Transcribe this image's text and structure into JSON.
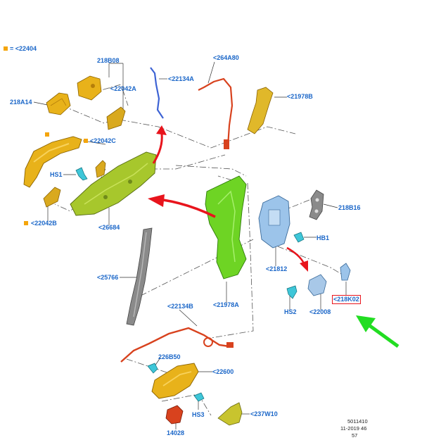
{
  "legend": {
    "marker_color": "#f4a50c",
    "text": "= <22404"
  },
  "labels": {
    "l218B08": "218B08",
    "l22042A": "<22042A",
    "l218A14": "218A14",
    "l22134A": "<22134A",
    "l264A80": "<264A80",
    "l21978B": "<21978B",
    "l22042C": "<22042C",
    "lHS1": "HS1",
    "l22042B": "<22042B",
    "l26684": "<26684",
    "l218B16": "218B16",
    "lHB1": "HB1",
    "l21812": "<21812",
    "l25766": "<25766",
    "l21978A": "<21978A",
    "lHS2": "HS2",
    "l22008": "<22008",
    "l218K02": "<218K02",
    "l22134B": "<22134B",
    "l226B50": "226B50",
    "l22600": "<22600",
    "lHS3": "HS3",
    "l237W10": "<237W10",
    "l14028": "14028"
  },
  "footer": {
    "line1": "5011410",
    "line2": "11-2019 46",
    "line3": "57"
  },
  "colors": {
    "label_blue": "#1a66c8",
    "highlight_red": "#e8141c",
    "arrow_red": "#e8141c",
    "arrow_green": "#22dd22",
    "part_yellow": "#e8b21a",
    "part_green": "#6ed424",
    "part_lightblue": "#9cc4ea",
    "part_orange_red": "#d8421e",
    "part_gray": "#8a8a8a",
    "part_cyan": "#3ec6d8"
  }
}
